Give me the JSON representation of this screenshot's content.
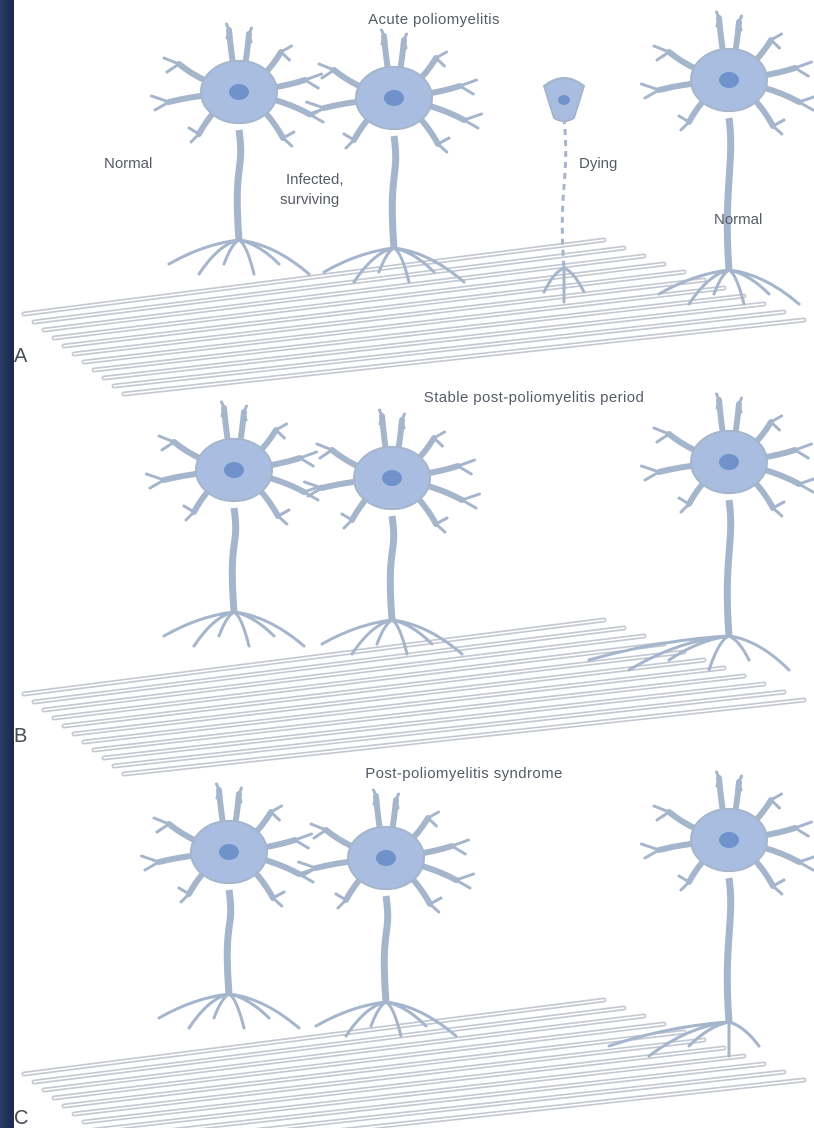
{
  "colors": {
    "frame": "#1b2a4e",
    "background": "#ffffff",
    "muscle_fiber": "#c4c9d1",
    "axon": "#a5b5cc",
    "cell_body": "#a8bde0",
    "nucleus": "#6f92cb",
    "text": "#555b66"
  },
  "panels": [
    {
      "letter": "A",
      "title": "Acute poliomyelitis",
      "labels": {
        "normal_left": "Normal",
        "infected": "Infected,",
        "surviving": "surviving",
        "dying": "Dying",
        "normal_right": "Normal"
      }
    },
    {
      "letter": "B",
      "title": "Stable post-poliomyelitis period"
    },
    {
      "letter": "C",
      "title": "Post-poliomyelitis syndrome"
    }
  ]
}
